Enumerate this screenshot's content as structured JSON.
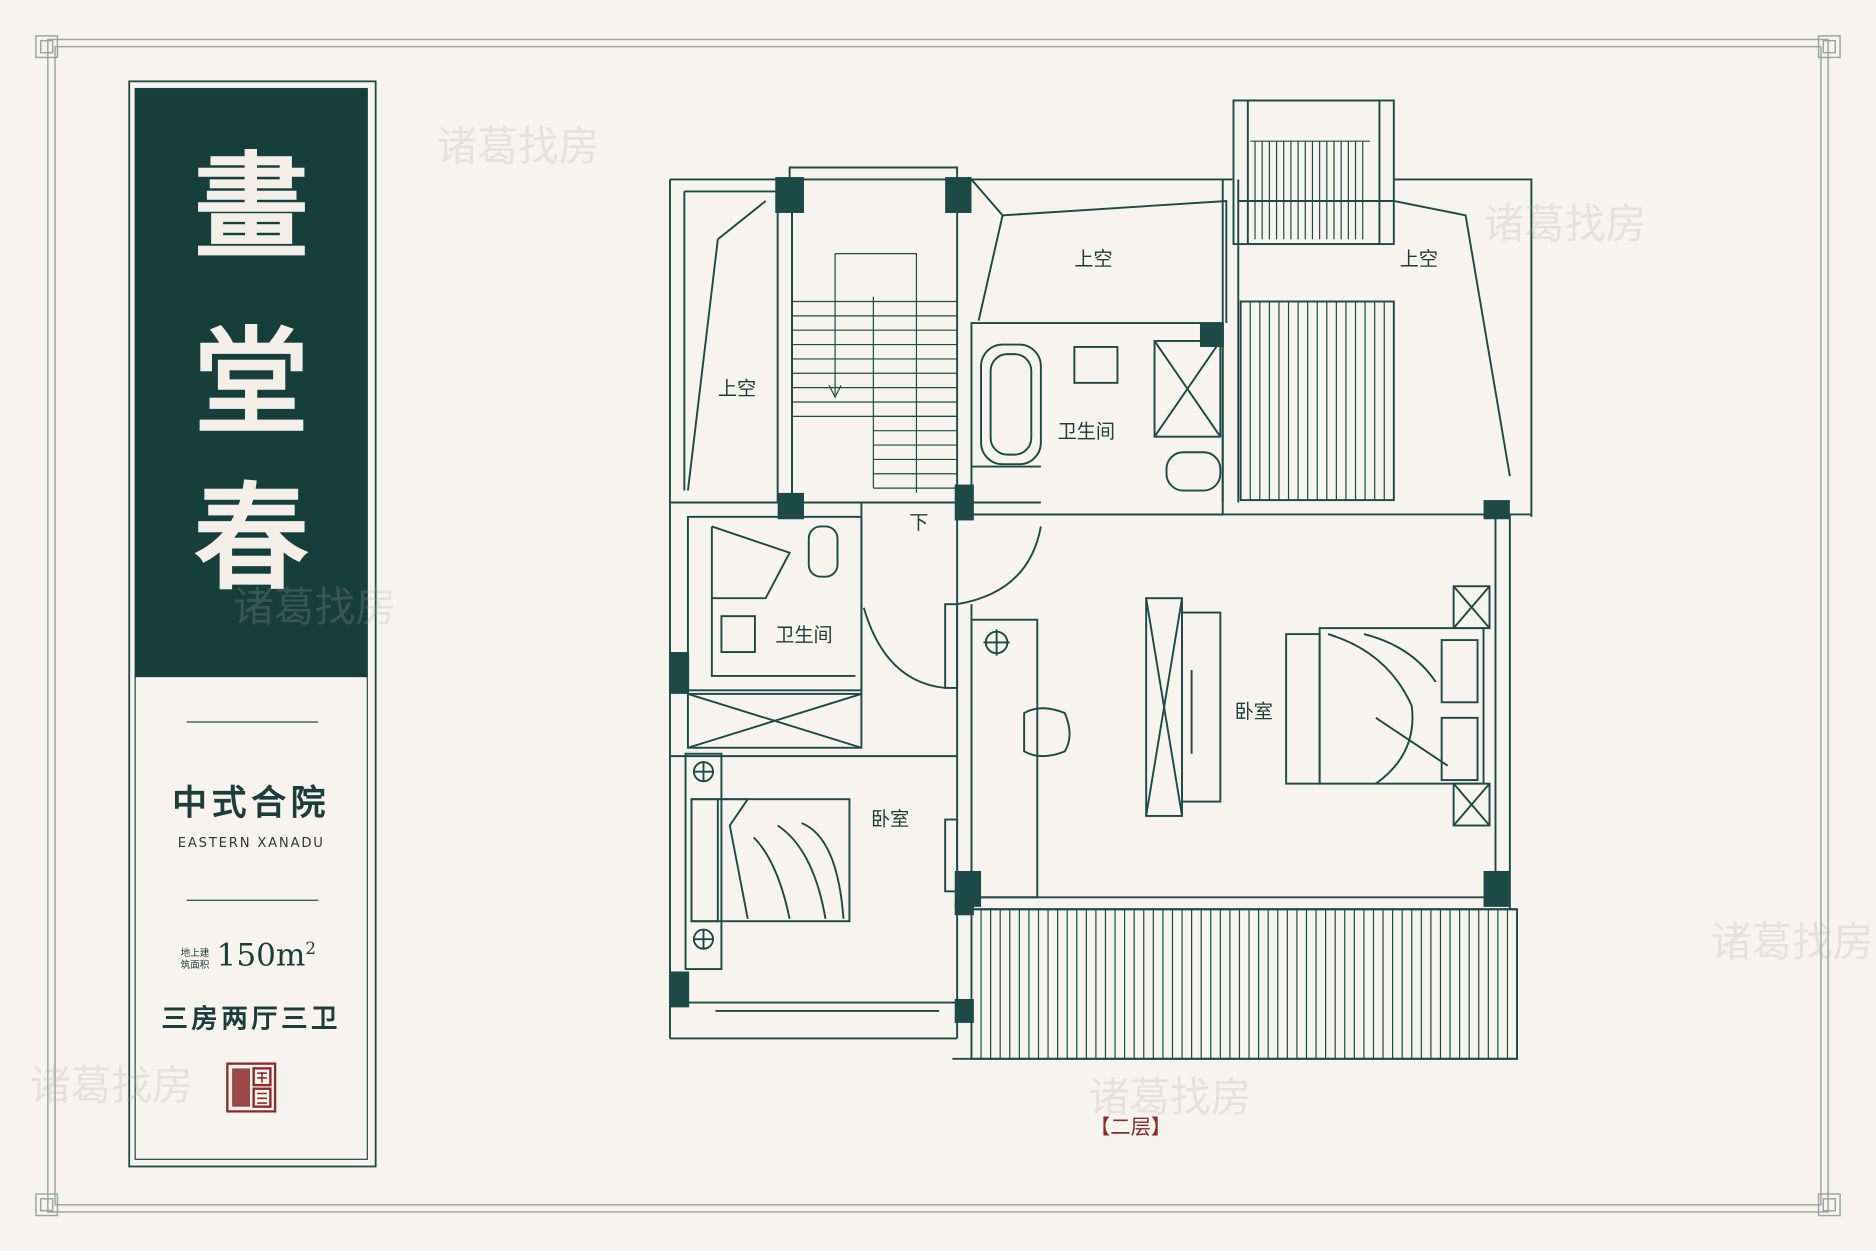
{
  "title": [
    "畫",
    "堂",
    "春"
  ],
  "style_name": "中式合院",
  "style_name_en": "EASTERN XANADU",
  "area": {
    "label_line1": "地上建",
    "label_line2": "筑面积",
    "value": "150m",
    "unit_sup": "2"
  },
  "layout_name": "三房两厅三卫",
  "seal_text": "畫堂春",
  "floor_label": "【二层】",
  "watermark": "诸葛找房",
  "rooms": {
    "void_left": "上空",
    "void_top_mid": "上空",
    "void_top_right": "上空",
    "bath_upper": "卫生间",
    "bath_lower": "卫生间",
    "bedroom_small": "卧室",
    "bedroom_master": "卧室",
    "stair_down": "下"
  },
  "colors": {
    "panel": "#163f3c",
    "line": "#1d4a46",
    "background": "#f7f3ee",
    "floor_label": "#8b2a2a"
  }
}
